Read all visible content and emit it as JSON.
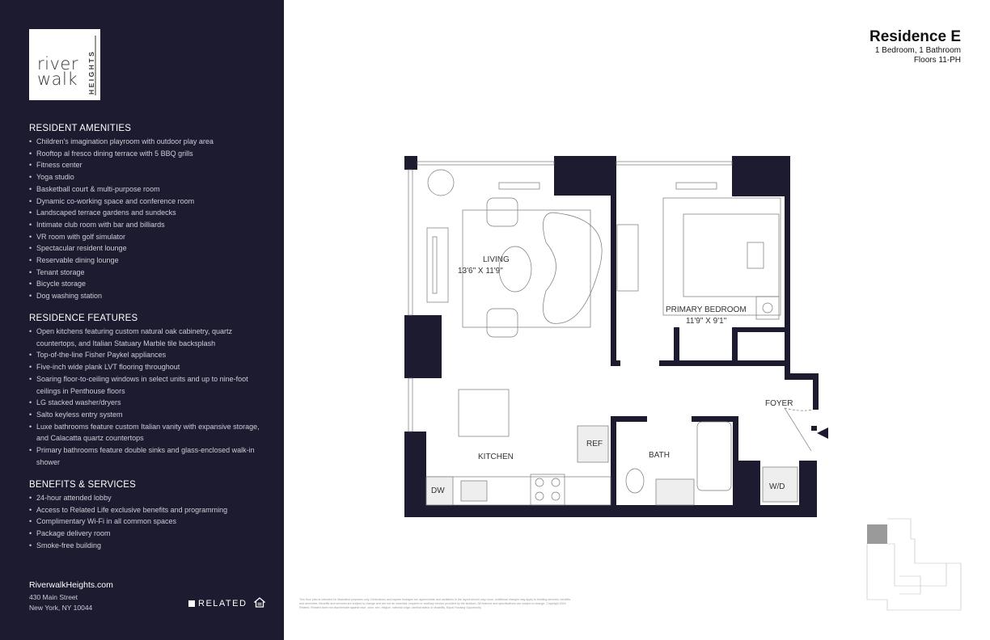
{
  "brand": {
    "logo_line1": "river",
    "logo_line2": "walk",
    "logo_side": "HEIGHTS"
  },
  "amenities": {
    "heading": "RESIDENT AMENITIES",
    "items": [
      "Children's imagination playroom with outdoor play area",
      "Rooftop al fresco dining terrace with 5 BBQ grills",
      "Fitness center",
      "Yoga studio",
      "Basketball court & multi-purpose room",
      "Dynamic co-working space and conference room",
      "Landscaped terrace gardens and sundecks",
      "Intimate club room with bar and billiards",
      "VR room with golf simulator",
      "Spectacular resident lounge",
      "Reservable dining lounge",
      "Tenant storage",
      "Bicycle storage",
      "Dog washing station"
    ]
  },
  "features": {
    "heading": "RESIDENCE FEATURES",
    "items": [
      "Open kitchens featuring custom natural oak cabinetry, quartz countertops, and Italian Statuary Marble tile backsplash",
      "Top-of-the-line Fisher Paykel appliances",
      "Five-inch wide plank LVT flooring throughout",
      "Soaring floor-to-ceiling windows in select units and up to nine-foot ceilings in Penthouse floors",
      "LG stacked washer/dryers",
      "Salto keyless entry system",
      "Luxe bathrooms feature custom Italian vanity with expansive storage, and Calacatta quartz countertops",
      "Primary bathrooms feature double sinks and glass-enclosed walk-in shower"
    ]
  },
  "benefits": {
    "heading": "BENEFITS & SERVICES",
    "items": [
      "24-hour attended lobby",
      "Access to Related Life exclusive benefits and programming",
      "Complimentary Wi-Fi in all common spaces",
      "Package delivery room",
      "Smoke-free building"
    ]
  },
  "footer": {
    "website": "RiverwalkHeights.com",
    "address_line1": "430 Main Street",
    "address_line2": "New York, NY 10044",
    "developer": "RELATED",
    "eho_icon": "equal-housing-icon"
  },
  "residence": {
    "name": "Residence E",
    "layout": "1 Bedroom, 1 Bathroom",
    "floors": "Floors 11-PH"
  },
  "rooms": {
    "living": {
      "name": "LIVING",
      "size": "13'6\" X 11'9\""
    },
    "bedroom": {
      "name": "PRIMARY  BEDROOM",
      "size": "11'9\" X 9'1\""
    },
    "kitchen": "KITCHEN",
    "bath": "BATH",
    "foyer": "FOYER",
    "ref": "REF",
    "dw": "DW",
    "wd": "W/D"
  },
  "disclaimer": "This floor plan is intended for illustrative purposes only. Dimensions and square footages are approximate and variations in the layout shown may occur. Additional charges may apply to building services, benefits and amenities. Benefits and services are subject to change and are not an essential, required or ancillary service provided by the landlord. All features and specifications are subject to change. Copyright 2024 Related. Related does not discriminate against race, color, sex, religion, national origin, familial status or disability. Equal Housing Opportunity.",
  "colors": {
    "sidebar": "#1c1b2f",
    "wall": "#1c1b2f",
    "key_plan_highlight": "#9a9a9a"
  }
}
